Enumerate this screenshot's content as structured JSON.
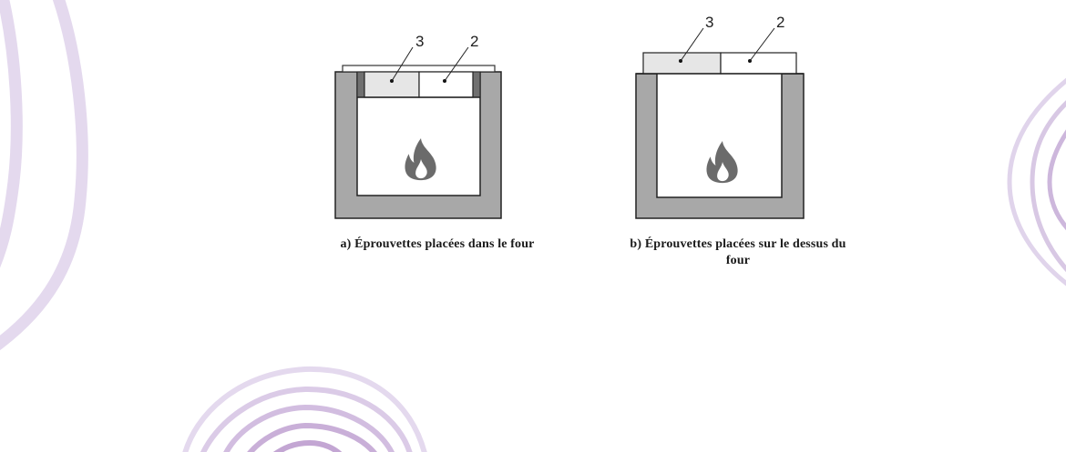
{
  "figure": {
    "panel_a": {
      "label_specimen_3": "3",
      "label_specimen_2": "2",
      "caption": "a) Éprouvettes placées dans le four"
    },
    "panel_b": {
      "label_specimen_3": "3",
      "label_specimen_2": "2",
      "caption_line1": "b) Éprouvettes placées sur le dessus du",
      "caption_line2": "four"
    }
  },
  "icons": {
    "flame": "flame-icon"
  },
  "colors": {
    "furnace_wall": "#a8a8a8",
    "furnace_outline": "#222222",
    "specimen_3_fill": "#e6e6e6",
    "specimen_2_fill": "#ffffff",
    "seal_strip": "#707070",
    "flame": "#6b6b6b",
    "decor_light": "#e4d9ee",
    "decor_dark": "#c3a6d3"
  }
}
